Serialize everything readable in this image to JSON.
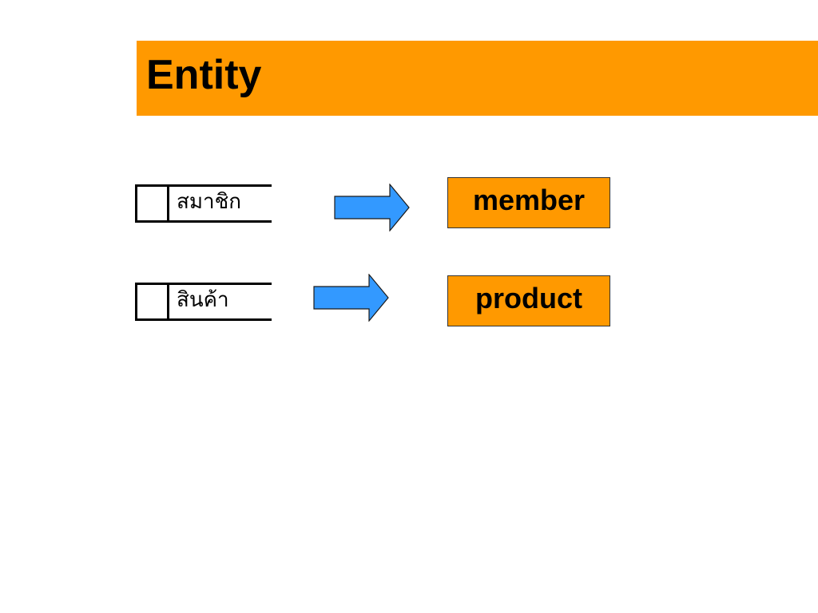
{
  "slide": {
    "title": "Entity"
  },
  "rows": [
    {
      "thai_label": "สมาชิก",
      "entity_name": "member"
    },
    {
      "thai_label": "สินค้า",
      "entity_name": "product"
    }
  ],
  "colors": {
    "accent": "#ff9900",
    "arrow_fill": "#3399ff",
    "arrow_stroke": "#1a1a1a"
  }
}
